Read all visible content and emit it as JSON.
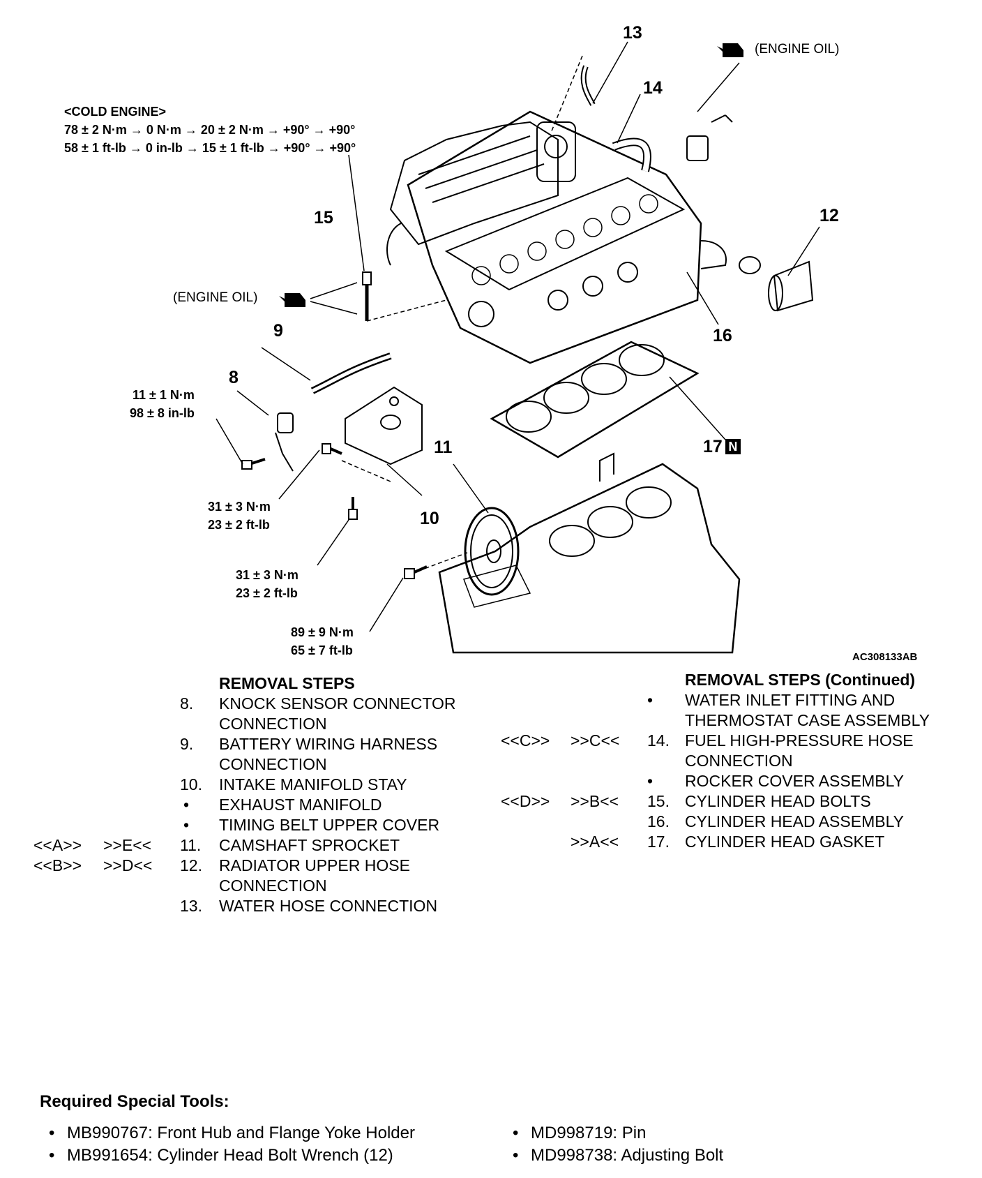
{
  "diagram": {
    "image_code": "AC308133AB",
    "cold_engine": {
      "title": "<COLD ENGINE>",
      "metric": "78 ± 2 N·m → 0 N·m → 20 ± 2 N·m → +90° → +90°",
      "imperial": "58 ± 1 ft-lb → 0 in-lb → 15 ± 1 ft-lb → +90° → +90°"
    },
    "engine_oil_top": "(ENGINE OIL)",
    "engine_oil_left": "(ENGINE OIL)",
    "callouts": {
      "c8": "8",
      "c9": "9",
      "c10": "10",
      "c11": "11",
      "c12": "12",
      "c13": "13",
      "c14": "14",
      "c15": "15",
      "c16": "16",
      "c17": "17",
      "new_part": "N"
    },
    "torques": {
      "t1a": "11 ± 1 N·m",
      "t1b": "98 ± 8 in-lb",
      "t2a": "31 ± 3 N·m",
      "t2b": "23 ± 2 ft-lb",
      "t3a": "31 ± 3 N·m",
      "t3b": "23 ± 2 ft-lb",
      "t4a": "89 ± 9 N·m",
      "t4b": "65 ± 7 ft-lb"
    }
  },
  "removal_steps": {
    "title": "REMOVAL STEPS",
    "items": [
      {
        "a": "",
        "b": "",
        "num": "8.",
        "text": "KNOCK SENSOR CONNECTOR",
        "text2": "CONNECTION"
      },
      {
        "a": "",
        "b": "",
        "num": "9.",
        "text": "BATTERY WIRING HARNESS",
        "text2": "CONNECTION"
      },
      {
        "a": "",
        "b": "",
        "num": "10.",
        "text": "INTAKE MANIFOLD STAY",
        "text2": ""
      },
      {
        "a": "",
        "b": "",
        "num": "•",
        "text": "EXHAUST MANIFOLD",
        "text2": ""
      },
      {
        "a": "",
        "b": "",
        "num": "•",
        "text": "TIMING BELT UPPER COVER",
        "text2": ""
      },
      {
        "a": "<<A>>",
        "b": ">>E<<",
        "num": "11.",
        "text": "CAMSHAFT SPROCKET",
        "text2": ""
      },
      {
        "a": "<<B>>",
        "b": ">>D<<",
        "num": "12.",
        "text": "RADIATOR UPPER HOSE",
        "text2": "CONNECTION"
      },
      {
        "a": "",
        "b": "",
        "num": "13.",
        "text": "WATER HOSE CONNECTION",
        "text2": ""
      }
    ]
  },
  "removal_steps_continued": {
    "title": "REMOVAL STEPS (Continued)",
    "items": [
      {
        "a": "",
        "b": "",
        "num": "•",
        "text": "WATER INLET FITTING AND",
        "text2": "THERMOSTAT CASE ASSEMBLY"
      },
      {
        "a": "<<C>>",
        "b": ">>C<<",
        "num": "14.",
        "text": "FUEL HIGH-PRESSURE HOSE",
        "text2": "CONNECTION"
      },
      {
        "a": "",
        "b": "",
        "num": "•",
        "text": "ROCKER COVER ASSEMBLY",
        "text2": ""
      },
      {
        "a": "<<D>>",
        "b": ">>B<<",
        "num": "15.",
        "text": "CYLINDER HEAD BOLTS",
        "text2": ""
      },
      {
        "a": "",
        "b": "",
        "num": "16.",
        "text": "CYLINDER HEAD ASSEMBLY",
        "text2": ""
      },
      {
        "a": "",
        "b": ">>A<<",
        "num": "17.",
        "text": "CYLINDER HEAD GASKET",
        "text2": ""
      }
    ]
  },
  "special_tools": {
    "title": "Required Special Tools:",
    "col1": [
      "MB990767: Front Hub and Flange Yoke Holder",
      "MB991654: Cylinder Head Bolt Wrench (12)"
    ],
    "col2": [
      "MD998719: Pin",
      "MD998738: Adjusting Bolt"
    ]
  }
}
